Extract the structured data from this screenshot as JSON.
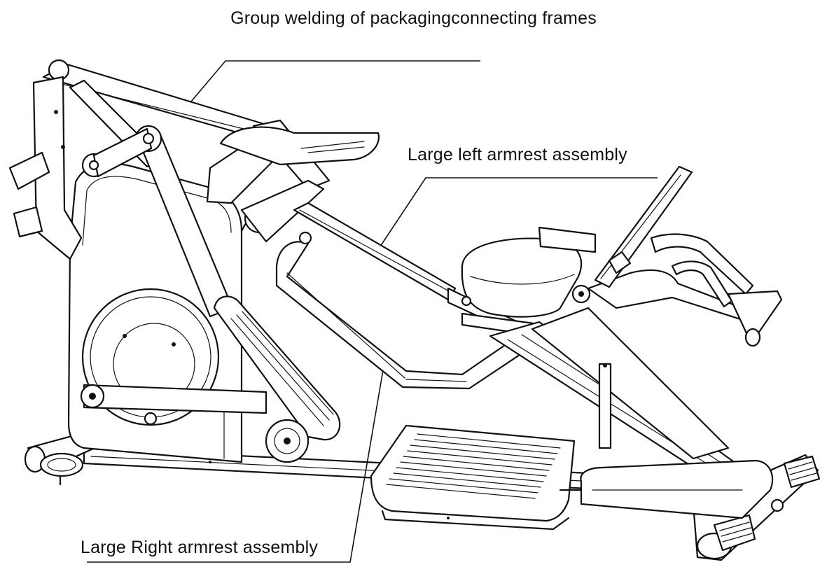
{
  "callouts": {
    "top": "Group welding of packagingconnecting frames",
    "left_armrest": "Large left armrest assembly",
    "right_armrest": "Large Right armrest assembly"
  }
}
